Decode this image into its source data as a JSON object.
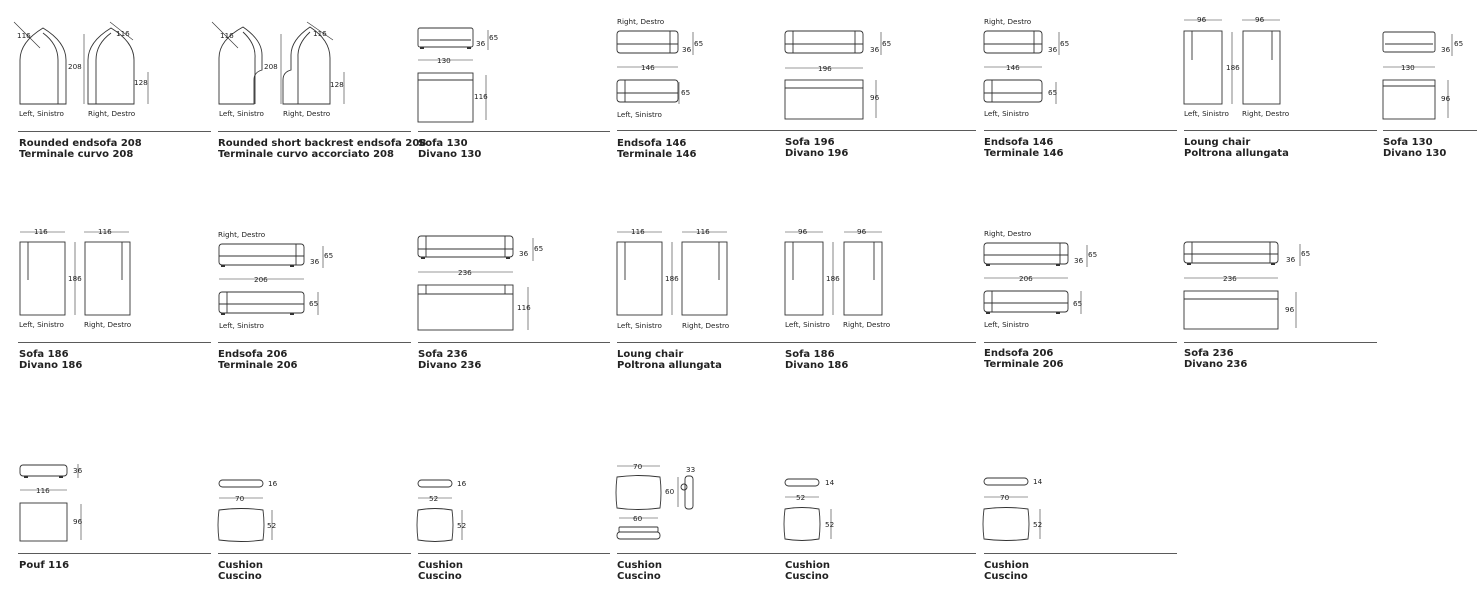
{
  "side": {
    "left_sinistro": "Left, Sinistro",
    "right_destro": "Right, Destro",
    "right_destro_heading": "Right, Destro"
  },
  "dims": {
    "d116": "116",
    "d208": "208",
    "d128": "128",
    "d65": "65",
    "d36": "36",
    "d130": "130",
    "d146": "146",
    "d196": "196",
    "d96": "96",
    "d186": "186",
    "d206": "206",
    "d236": "236",
    "d16": "16",
    "d14": "14",
    "d70": "70",
    "d52": "52",
    "d60": "60",
    "d33": "33"
  },
  "rows": [
    [
      {
        "en": "Rounded endsofa 208",
        "it": "Terminale curvo 208"
      },
      {
        "en": "Rounded short backrest endsofa 208",
        "it": "Terminale curvo accorciato 208"
      },
      {
        "en": "Sofa 130",
        "it": "Divano 130"
      },
      {
        "en": "Endsofa 146",
        "it": "Terminale 146"
      },
      {
        "en": "Sofa 196",
        "it": "Divano 196"
      },
      {
        "en": "Endsofa 146",
        "it": "Terminale 146"
      },
      {
        "en": "Loung chair",
        "it": "Poltrona allungata"
      },
      {
        "en": "Sofa 130",
        "it": "Divano 130"
      }
    ],
    [
      {
        "en": "Sofa 186",
        "it": "Divano 186"
      },
      {
        "en": "Endsofa 206",
        "it": "Terminale 206"
      },
      {
        "en": "Sofa 236",
        "it": "Divano 236"
      },
      {
        "en": "Loung chair",
        "it": "Poltrona allungata"
      },
      {
        "en": "Sofa 186",
        "it": "Divano 186"
      },
      {
        "en": "Endsofa 206",
        "it": "Terminale 206"
      },
      {
        "en": "Sofa 236",
        "it": "Divano 236"
      }
    ],
    [
      {
        "en": "Pouf 116",
        "it": ""
      },
      {
        "en": "Cushion",
        "it": "Cuscino"
      },
      {
        "en": "Cushion",
        "it": "Cuscino"
      },
      {
        "en": "Cushion",
        "it": "Cuscino"
      },
      {
        "en": "Cushion",
        "it": "Cuscino"
      },
      {
        "en": "Cushion",
        "it": "Cuscino"
      }
    ]
  ]
}
